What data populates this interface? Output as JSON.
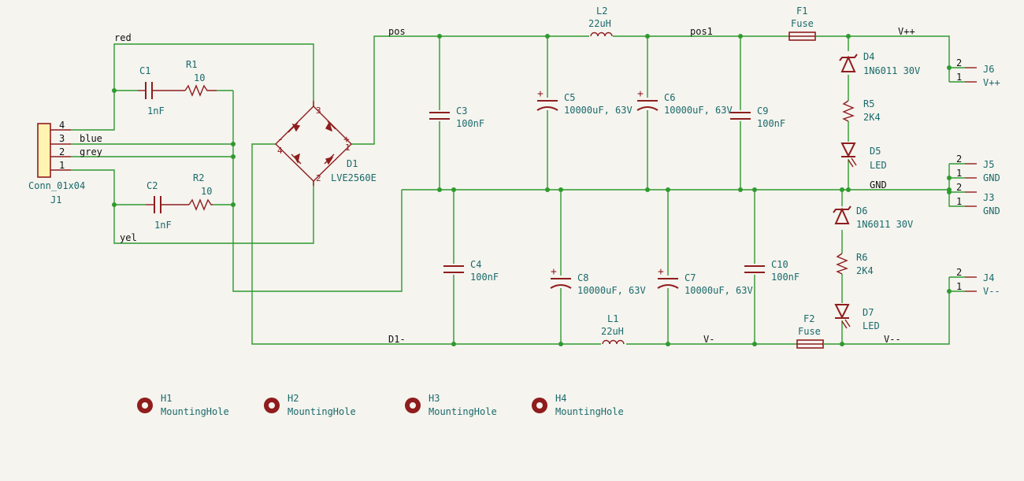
{
  "nets": {
    "red": "red",
    "blue": "blue",
    "grey": "grey",
    "yel": "yel",
    "pos": "pos",
    "pos1": "pos1",
    "vpp": "V++",
    "gnd": "GND",
    "d1m": "D1-",
    "vm": "V-",
    "vmm": "V--"
  },
  "components": {
    "J1": {
      "ref": "J1",
      "value": "Conn_01x04",
      "pins": [
        "4",
        "3",
        "2",
        "1"
      ]
    },
    "C1": {
      "ref": "C1",
      "value": "1nF"
    },
    "R1": {
      "ref": "R1",
      "value": "10"
    },
    "C2": {
      "ref": "C2",
      "value": "1nF"
    },
    "R2": {
      "ref": "R2",
      "value": "10"
    },
    "D1": {
      "ref": "D1",
      "value": "LVE2560E",
      "pins": [
        "3",
        "4",
        "1",
        "2"
      ],
      "minus": "-",
      "plus": "+"
    },
    "C3": {
      "ref": "C3",
      "value": "100nF"
    },
    "C4": {
      "ref": "C4",
      "value": "100nF"
    },
    "C5": {
      "ref": "C5",
      "value": "10000uF, 63V"
    },
    "C6": {
      "ref": "C6",
      "value": "10000uF, 63V"
    },
    "C7": {
      "ref": "C7",
      "value": "10000uF, 63V"
    },
    "C8": {
      "ref": "C8",
      "value": "10000uF, 63V"
    },
    "C9": {
      "ref": "C9",
      "value": "100nF"
    },
    "C10": {
      "ref": "C10",
      "value": "100nF"
    },
    "L1": {
      "ref": "L1",
      "value": "22uH"
    },
    "L2": {
      "ref": "L2",
      "value": "22uH"
    },
    "F1": {
      "ref": "F1",
      "value": "Fuse"
    },
    "F2": {
      "ref": "F2",
      "value": "Fuse"
    },
    "D4": {
      "ref": "D4",
      "value": "1N6011 30V"
    },
    "D6": {
      "ref": "D6",
      "value": "1N6011 30V"
    },
    "R5": {
      "ref": "R5",
      "value": "2K4"
    },
    "R6": {
      "ref": "R6",
      "value": "2K4"
    },
    "D5": {
      "ref": "D5",
      "value": "LED"
    },
    "D7": {
      "ref": "D7",
      "value": "LED"
    },
    "J6": {
      "ref": "J6",
      "pins": [
        "2",
        "1"
      ],
      "pin1": "V++"
    },
    "J5": {
      "ref": "J5",
      "pins": [
        "2",
        "1"
      ],
      "pin1": "GND"
    },
    "J3": {
      "ref": "J3",
      "pins": [
        "2",
        "1"
      ],
      "pin1": "GND"
    },
    "J4": {
      "ref": "J4",
      "pins": [
        "2",
        "1"
      ],
      "pin1": "V--"
    },
    "H1": {
      "ref": "H1",
      "value": "MountingHole"
    },
    "H2": {
      "ref": "H2",
      "value": "MountingHole"
    },
    "H3": {
      "ref": "H3",
      "value": "MountingHole"
    },
    "H4": {
      "ref": "H4",
      "value": "MountingHole"
    }
  },
  "polarity_mark": "+",
  "colors": {
    "wire": "#2f9a2f",
    "component": "#8f1d1d",
    "reference": "#1a6a6a",
    "connector_body": "#fff4b0",
    "background": "#f5f4ef"
  }
}
